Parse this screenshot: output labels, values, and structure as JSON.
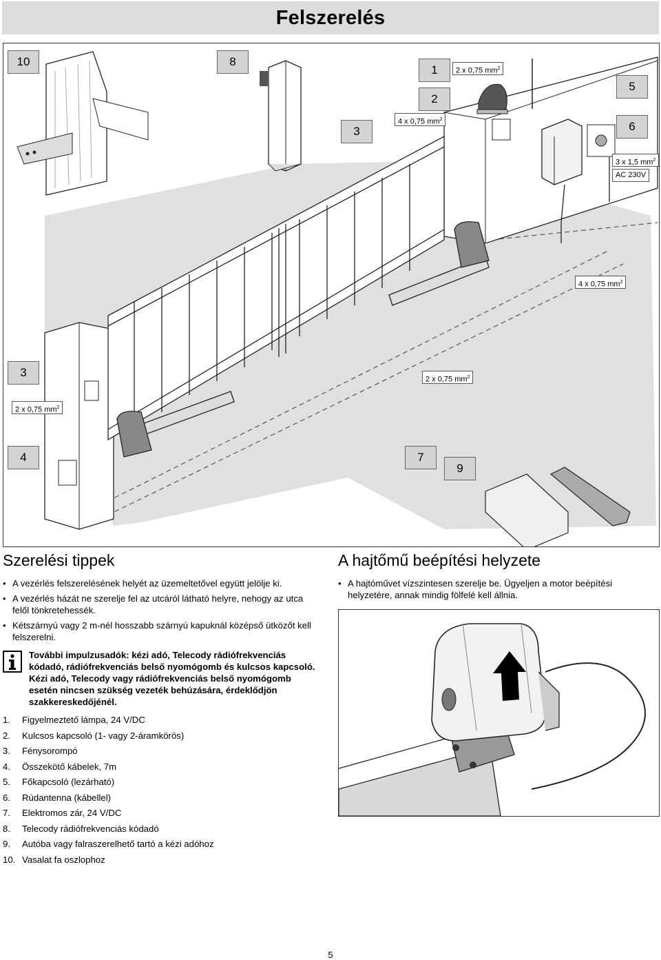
{
  "header": {
    "title": "Felszerelés"
  },
  "figure": {
    "callouts": {
      "n10": "10",
      "n8": "8",
      "n1": "1",
      "n2": "2",
      "n3a": "3",
      "n5": "5",
      "n6": "6",
      "n3b": "3",
      "n4": "4",
      "n7": "7",
      "n9": "9"
    },
    "wires": {
      "w1": "2 x 0,75 mm",
      "w2": "4 x 0,75 mm",
      "w3": "3 x 1,5 mm",
      "w4": "AC 230V",
      "w5": "4 x 0,75 mm",
      "w6": "2 x 0,75 mm",
      "w7": "2 x 0,75 mm",
      "sup": "2"
    }
  },
  "tips": {
    "title": "Szerelési tippek",
    "items": [
      "A vezérlés felszerelésének helyét az üzemeltetővel együtt jelölje ki.",
      "A vezérlés házát ne szerelje fel az utcáról látható helyre, nehogy az utca felől tönkretehessék.",
      "Kétszárnyú vagy 2 m-nél hosszabb szárnyú kapuknál középső ütközőt kell felszerelni."
    ],
    "info": "További impulzusadók: kézi adó, Telecody rádiófrekvenciás kódadó, rádiófrekvenciás belső nyomógomb és kulcsos kapcsoló. Kézi adó, Telecody vagy rádiófrekvenciás belső nyomógomb esetén nincsen szükség vezeték behúzására, érdeklődjön szakkereskedőjénél."
  },
  "legend": [
    {
      "num": "1.",
      "text": "Figyelmeztető lámpa, 24 V/DC"
    },
    {
      "num": "2.",
      "text": "Kulcsos kapcsoló (1- vagy 2-áramkörös)"
    },
    {
      "num": "3.",
      "text": "Fénysorompó"
    },
    {
      "num": "4.",
      "text": "Összekötő kábelek, 7m"
    },
    {
      "num": "5.",
      "text": "Főkapcsoló (lezárható)"
    },
    {
      "num": "6.",
      "text": "Rúdantenna (kábellel)"
    },
    {
      "num": "7.",
      "text": "Elektromos zár, 24 V/DC"
    },
    {
      "num": "8.",
      "text": "Telecody rádiófrekvenciás kódadó"
    },
    {
      "num": "9.",
      "text": "Autóba vagy falraszerelhető tartó a kézi adóhoz"
    },
    {
      "num": "10.",
      "text": "Vasalat fa oszlophoz"
    }
  ],
  "install": {
    "title": "A hajtőmű beépítési helyzete",
    "items": [
      "A hajtóművet vízszintesen szerelje be. Ügyeljen a motor beépítési helyzetére, annak mindig fölfelé kell állnia."
    ]
  },
  "page": {
    "number": "5"
  }
}
